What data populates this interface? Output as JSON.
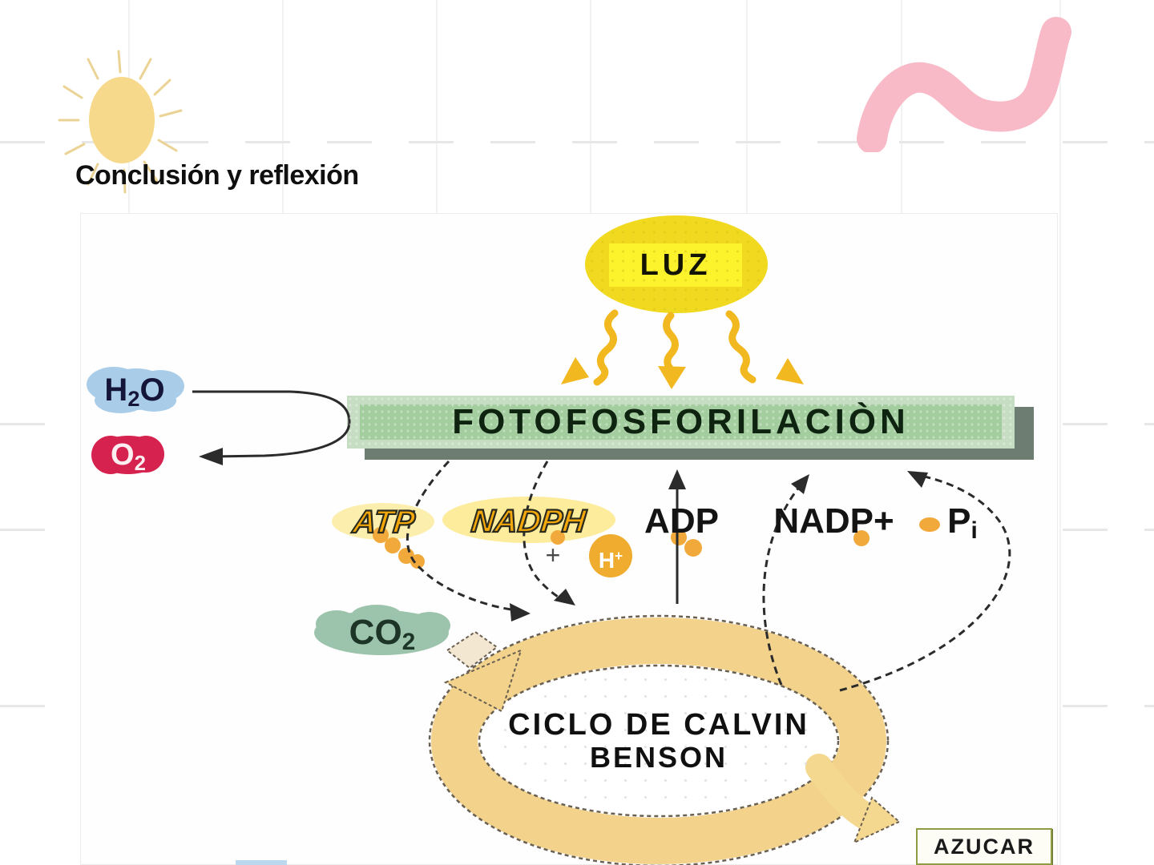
{
  "title": "Conclusión y reflexión",
  "diagram": {
    "luz": "LUZ",
    "bar": "FOTOFOSFORILACIÒN",
    "h2o": {
      "h": "H",
      "sub": "2",
      "o": "O"
    },
    "o2": {
      "o": "O",
      "sub": "2"
    },
    "atp": "ATP",
    "nadph": "NADPH",
    "plus_sign": "+",
    "h_plus": {
      "h": "H",
      "sup": "+"
    },
    "adp": "ADP",
    "nadp_plus": "NADP+",
    "p_i": {
      "p": "P",
      "sub": "i"
    },
    "co2": {
      "co": "CO",
      "sub": "2"
    },
    "calvin_cycle": {
      "line1": "CICLO DE CALVIN",
      "line2": "BENSON"
    },
    "azucar": "AZUCAR"
  },
  "colors": {
    "title_text": "#111111",
    "decor_sun": "#f6d98a",
    "decor_squiggle": "#f9bac8",
    "luz_sun": "#f0d91e",
    "luz_box": "#fdf32d",
    "light_arrows": "#f1b81f",
    "bar_fill": "#a3cd9e",
    "bar_frame": "#c6dcc3",
    "bar_shadow": "#6d7d71",
    "h2o_cloud": "#a9cde9",
    "o2_blob": "#d6224e",
    "co2_blob": "#9cc3ab",
    "energy_dots": "#f2a93b",
    "h_plus_circle": "#efac2e",
    "calvin_ring": "#f3d28b",
    "arrow_black": "#2b2b2b",
    "azucar_border": "#8f9c43"
  }
}
